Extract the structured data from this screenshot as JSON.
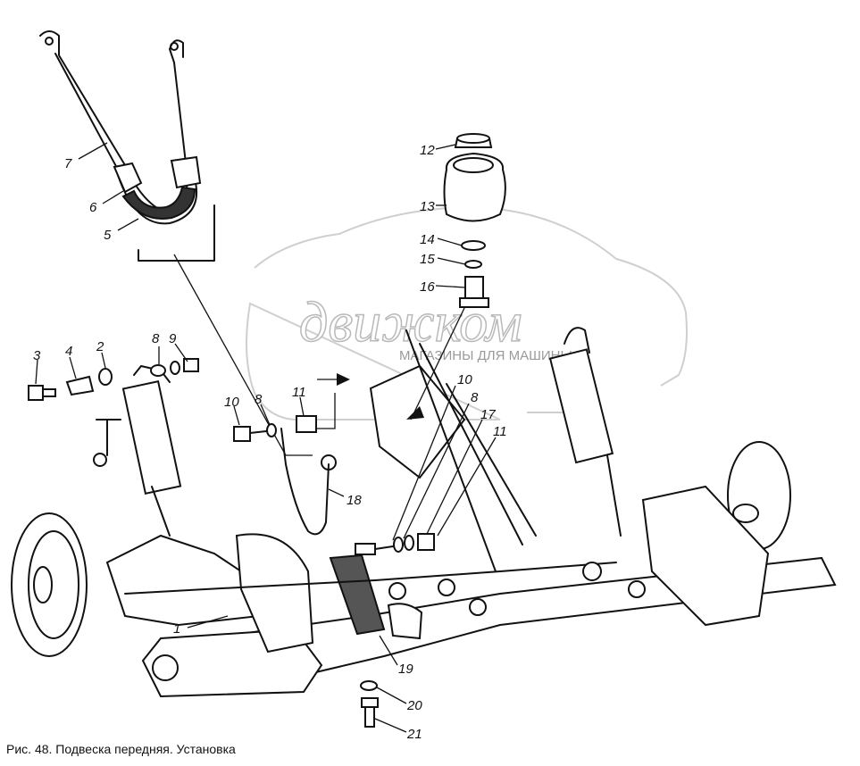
{
  "caption": "Рис. 48. Подвеска передняя. Установка",
  "watermark": {
    "logo_text": "движком",
    "sub_text": "МАГАЗИНЫ ДЛЯ МАШИНЫ"
  },
  "callouts": [
    "7",
    "6",
    "5",
    "12",
    "13",
    "14",
    "15",
    "16",
    "3",
    "4",
    "2",
    "8",
    "9",
    "10",
    "8",
    "11",
    "10",
    "8",
    "17",
    "11",
    "18",
    "1",
    "19",
    "20",
    "21"
  ]
}
